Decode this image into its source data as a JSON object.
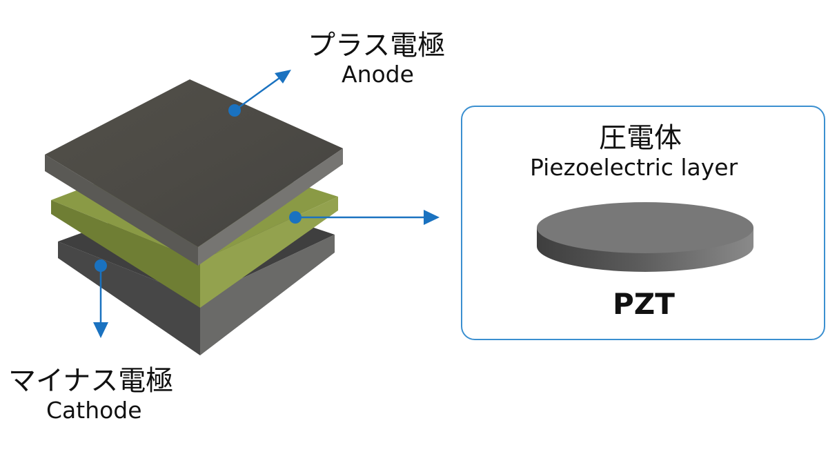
{
  "colors": {
    "accent": "#1a72c0",
    "box_border": "#3a8fd0",
    "anode_top": "#4a4843",
    "piezo_green": "#8a9a45",
    "cathode_dark": "#3a3a3a",
    "disc_top": "#7a7a7a"
  },
  "anode": {
    "label_jp": "プラス電極",
    "label_en": "Anode"
  },
  "cathode": {
    "label_jp": "マイナス電極",
    "label_en": "Cathode"
  },
  "piezo": {
    "label_jp": "圧電体",
    "label_en": "Piezoelectric layer",
    "material": "PZT"
  }
}
